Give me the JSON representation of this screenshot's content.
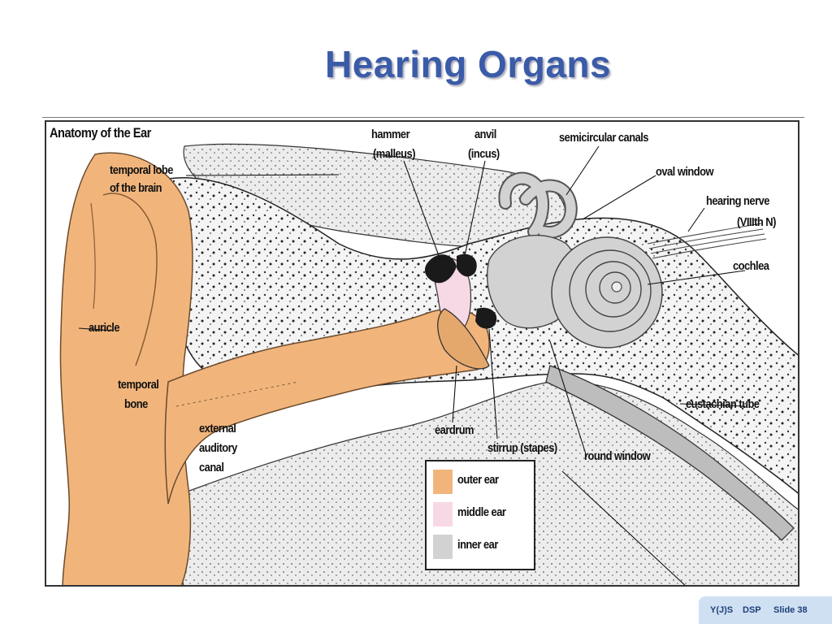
{
  "slide": {
    "title": "Hearing Organs"
  },
  "diagram": {
    "heading": "Anatomy of the Ear",
    "labels": {
      "temporal_lobe_line1": "temporal lobe",
      "temporal_lobe_line2": "of the brain",
      "hammer": "hammer",
      "malleus": "(malleus)",
      "anvil": "anvil",
      "incus": "(incus)",
      "semicircular_canals": "semicircular canals",
      "oval_window": "oval window",
      "hearing_nerve": "hearing nerve",
      "viiith_n": "(VIIIth N)",
      "cochlea": "cochlea",
      "auricle": "auricle",
      "temporal_bone_line1": "temporal",
      "temporal_bone_line2": "bone",
      "ext_canal_line1": "external",
      "ext_canal_line2": "auditory",
      "ext_canal_line3": "canal",
      "eardrum": "eardrum",
      "stirrup": "stirrup (stapes)",
      "round_window": "round window",
      "eustachian_tube": "eustachian tube"
    },
    "legend": [
      {
        "label": "outer ear",
        "color": "#f1b57c"
      },
      {
        "label": "middle ear",
        "color": "#f7d9e6"
      },
      {
        "label": "inner ear",
        "color": "#d2d2d2"
      }
    ]
  },
  "footer": {
    "author": "Y(J)S",
    "course": "DSP",
    "slide_label": "Slide 38"
  },
  "colors": {
    "title": "#3a5ba8",
    "footer_bg": "#cfe0f2",
    "outer_ear": "#f1b57c",
    "middle_ear": "#f7d9e6",
    "inner_ear": "#d2d2d2"
  }
}
